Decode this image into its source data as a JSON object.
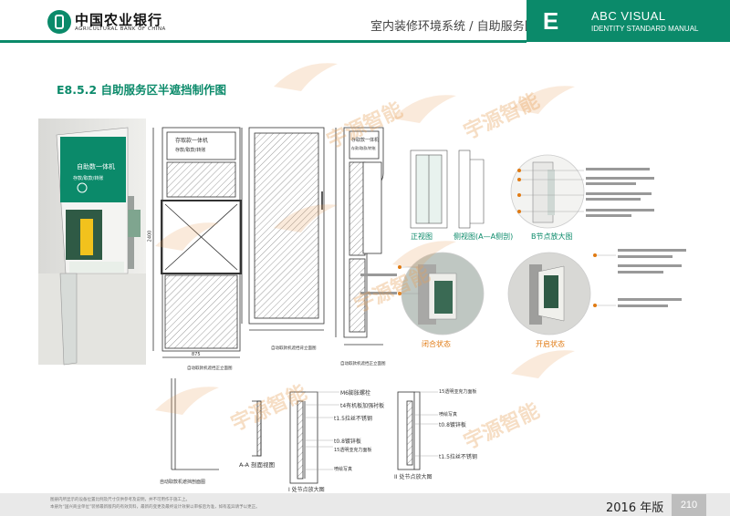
{
  "header": {
    "bank_cn": "中国农业银行",
    "bank_en": "AGRICULTURAL BANK OF CHINA",
    "section": "室内装修环境系统 / 自助服务区",
    "letter": "E",
    "abc_title": "ABC VISUAL",
    "abc_sub": "IDENTITY STANDARD MANUAL"
  },
  "page_title": "E8.5.2 自助服务区半遮挡制作图",
  "photo": {
    "sign_text": "自助数一体机",
    "sub_text": "存款/取款/转账"
  },
  "drawings": {
    "front_title": "存取款一体机",
    "front_sub": "存款/取款/转账",
    "front_caption": "自动取款机遮挡正立面图",
    "back_caption": "自动取款机遮挡背立面图",
    "side_caption": "自动取款机遮挡正立面图",
    "dim_width": "875",
    "dim_height": "2400",
    "section_caption": "A-A 剖面视图",
    "section_small": "自动取款机遮挡剖面图",
    "detail1_caption": "I 处节点放大图",
    "detail2_caption": "II 处节点放大图",
    "detail1_labels": [
      "M6膨胀螺栓",
      "t4有机板加强衬板",
      "t1.5拉丝不锈钢",
      "t0.8镀锌板",
      "15透明亚克力面板",
      "喷绘写真"
    ],
    "detail2_labels": [
      "15透明亚克力面板",
      "喷绘写真",
      "t0.8镀锌板",
      "t1.5拉丝不锈钢"
    ]
  },
  "views": {
    "front": "正视图",
    "side": "侧视图(A—A侧剖)",
    "detail": "B节点放大图",
    "closed": "闭合状态",
    "open": "开启状态"
  },
  "footer": {
    "line1": "图册内所显示的设备位置比例及尺寸仅供参考及说明，并不可用作于施工上。",
    "line2": "本册为“国兴商业单位”装修最新版内的有效资料，最新的变更及最终设计效果以审核后为准，如有差异请予以更正。",
    "year": "2016 年版",
    "page": "210"
  },
  "watermark": "宇源智能",
  "colors": {
    "brand": "#0b8a6a",
    "accent": "#e07a12"
  }
}
